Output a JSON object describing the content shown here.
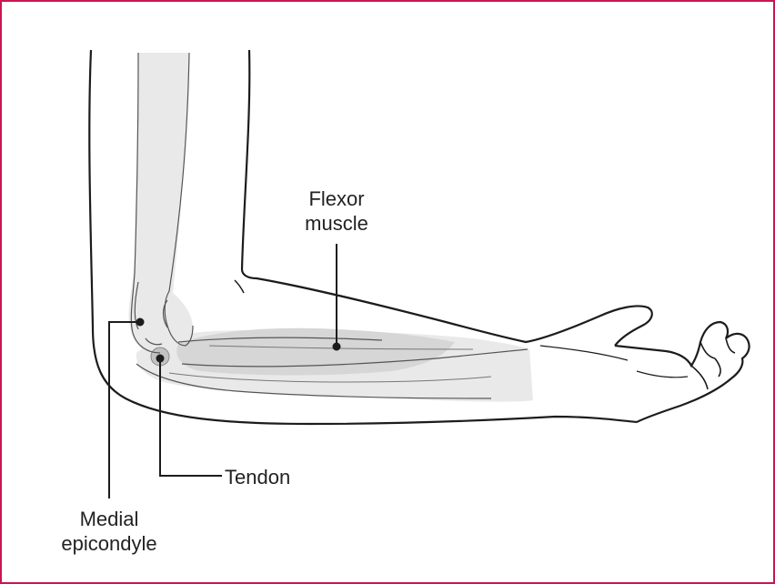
{
  "colors": {
    "border": "#c8174e",
    "outline": "#1c1c1c",
    "bone_fill": "#e9e9e9",
    "muscle_fill": "#d6d6d6",
    "tendon_fill": "#c2c2c2"
  },
  "labels": {
    "flexor_muscle": [
      "Flexor",
      "muscle"
    ],
    "tendon": "Tendon",
    "medial_epicondyle": [
      "Medial",
      "epicondyle"
    ]
  }
}
